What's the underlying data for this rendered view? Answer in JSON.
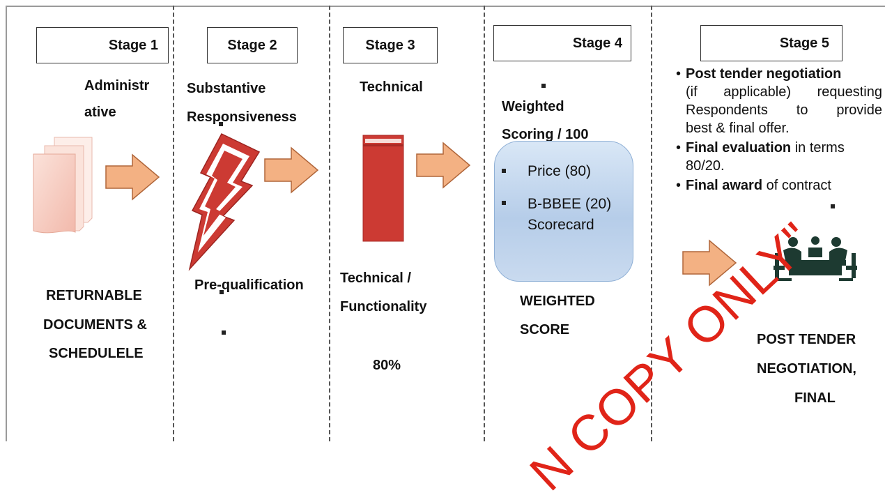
{
  "stages": [
    {
      "label": "Stage 1",
      "heading": "Administr",
      "heading_cut": "ative",
      "footer": [
        "RETURNABLE",
        "DOCUMENTS &",
        "SCHEDULELE"
      ]
    },
    {
      "label": "Stage 2",
      "heading": [
        "Substantive",
        "Responsiveness"
      ],
      "footer": "Pre-qualification"
    },
    {
      "label": "Stage 3",
      "heading": "Technical",
      "footer": [
        "Technical /",
        "Functionality"
      ],
      "percent": "80%"
    },
    {
      "label": "Stage 4",
      "heading": [
        "Weighted",
        "Scoring / 100"
      ],
      "items": [
        "Price (80)",
        "B-BBEE (20)",
        "Scorecard"
      ],
      "footer": [
        "WEIGHTED",
        "SCORE"
      ]
    },
    {
      "label": "Stage 5",
      "bullets": [
        {
          "bold": "Post tender negotiation",
          "rest": [
            "(if applicable) requesting",
            "Respondents to provide",
            "best & final offer."
          ]
        },
        {
          "bold": "Final evaluation",
          "rest_inline": " in terms",
          "rest": [
            "80/20."
          ]
        },
        {
          "bold": "Final award",
          "rest_inline": " of contract",
          "rest": []
        }
      ],
      "footer": [
        "POST TENDER",
        "NEGOTIATION,",
        "FINAL"
      ]
    }
  ],
  "watermark": "N COPY ONLY\"",
  "colors": {
    "arrow_fill": "#f3b183",
    "arrow_stroke": "#b0663a",
    "red": "#cc3a33",
    "pink": "#f3c1b7",
    "panel": "#b9d0ea",
    "watermark": "#e02418"
  },
  "icons": {
    "stage1": "documents-icon",
    "stage2": "lightning-icon",
    "stage3": "book-icon",
    "stage5": "meeting-icon",
    "arrow": "right-arrow-icon"
  }
}
